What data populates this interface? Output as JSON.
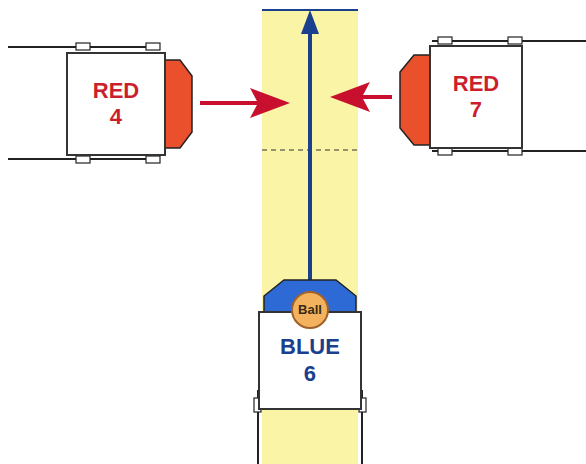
{
  "diagram": {
    "nodes": [
      {
        "text": [
          "RED 4"
        ]
      },
      {
        "text": [
          "RED 7"
        ]
      },
      {
        "text": [
          "Ball"
        ]
      },
      {
        "text": [
          "BLUE 6"
        ]
      }
    ]
  }
}
